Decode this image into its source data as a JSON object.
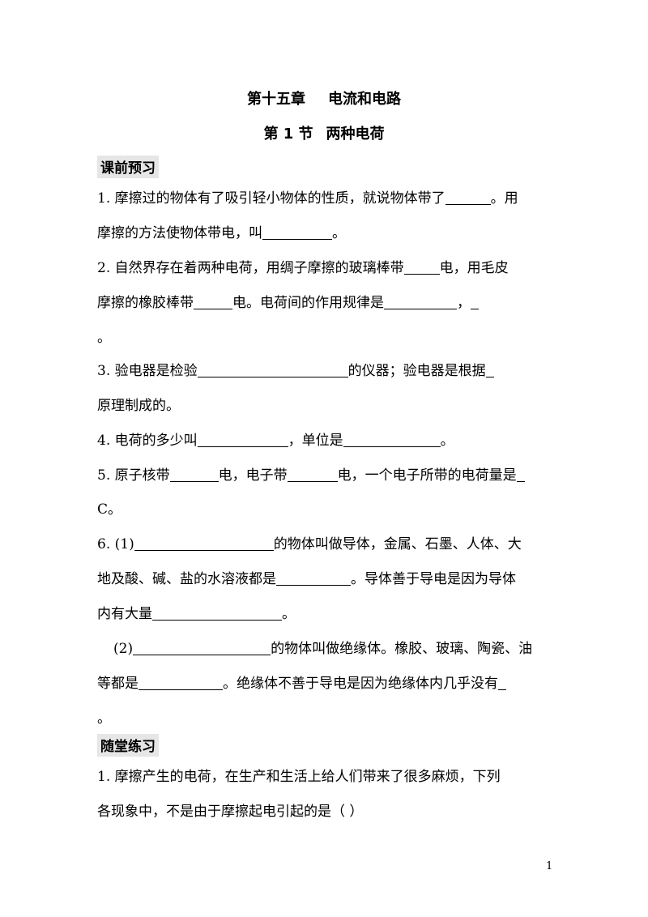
{
  "header": {
    "chapter": "第十五章",
    "chapter_title": "电流和电路",
    "section": "第 1 节",
    "section_title": "两种电荷"
  },
  "sections": {
    "preview": "课前预习",
    "practice": "随堂练习"
  },
  "q1": {
    "a": "1. 摩擦过的物体有了吸引轻小物体的性质，就说物体带了",
    "b": "。用",
    "c": "摩擦的方法使物体带电，叫",
    "d": "。"
  },
  "q2": {
    "a": "2. 自然界存在着两种电荷，用绸子摩擦的玻璃棒带",
    "b": "电，用毛皮",
    "c": "摩擦的橡胶棒带",
    "d": "电。电荷间的作用规律是",
    "e": "，",
    "f": "。"
  },
  "q3": {
    "a": "3. 验电器是检验",
    "b": "的仪器；验电器是根据",
    "c": "原理制成的。"
  },
  "q4": {
    "a": "4. 电荷的多少叫",
    "b": "，单位是",
    "c": "。"
  },
  "q5": {
    "a": "5. 原子核带",
    "b": "电，电子带",
    "c": "电，一个电子所带的电荷量是",
    "d": "C。"
  },
  "q6": {
    "a": "6. (1)",
    "b": "的物体叫做导体，金属、石墨、人体、大",
    "c": "地及酸、碱、盐的水溶液都是",
    "d": "。导体善于导电是因为导体",
    "e": "内有大量",
    "f": "。"
  },
  "q6b": {
    "a": "(2)",
    "b": "的物体叫做绝缘体。橡胶、玻璃、陶瓷、油",
    "c": "等都是",
    "d": "。绝缘体不善于导电是因为绝缘体内几乎没有",
    "e": "。"
  },
  "p1": {
    "a": "1.  摩擦产生的电荷，在生产和生活上给人们带来了很多麻烦，下列",
    "b": "各现象中，不是由于摩擦起电引起的是（      ）"
  },
  "footer": {
    "page": "1"
  }
}
